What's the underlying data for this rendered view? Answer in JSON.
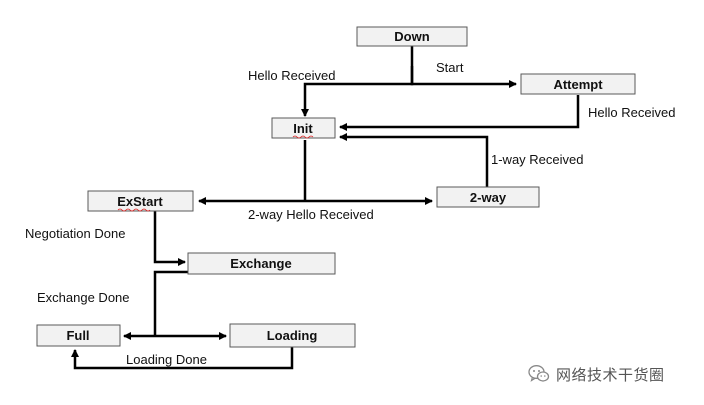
{
  "diagram": {
    "states": {
      "down": "Down",
      "attempt": "Attempt",
      "init": "Init",
      "twoway": "2-way",
      "exstart": "ExStart",
      "exchange": "Exchange",
      "full": "Full",
      "loading": "Loading"
    },
    "transitions": {
      "start": "Start",
      "hello_received_left": "Hello Received",
      "hello_received_right": "Hello Received",
      "one_way_received": "1-way Received",
      "two_way_hello_received": "2-way Hello Received",
      "negotiation_done": "Negotiation Done",
      "exchange_done": "Exchange Done",
      "loading_done": "Loading Done"
    }
  },
  "watermark": {
    "icon": "wechat-icon",
    "text": "网络技术干货圈"
  }
}
